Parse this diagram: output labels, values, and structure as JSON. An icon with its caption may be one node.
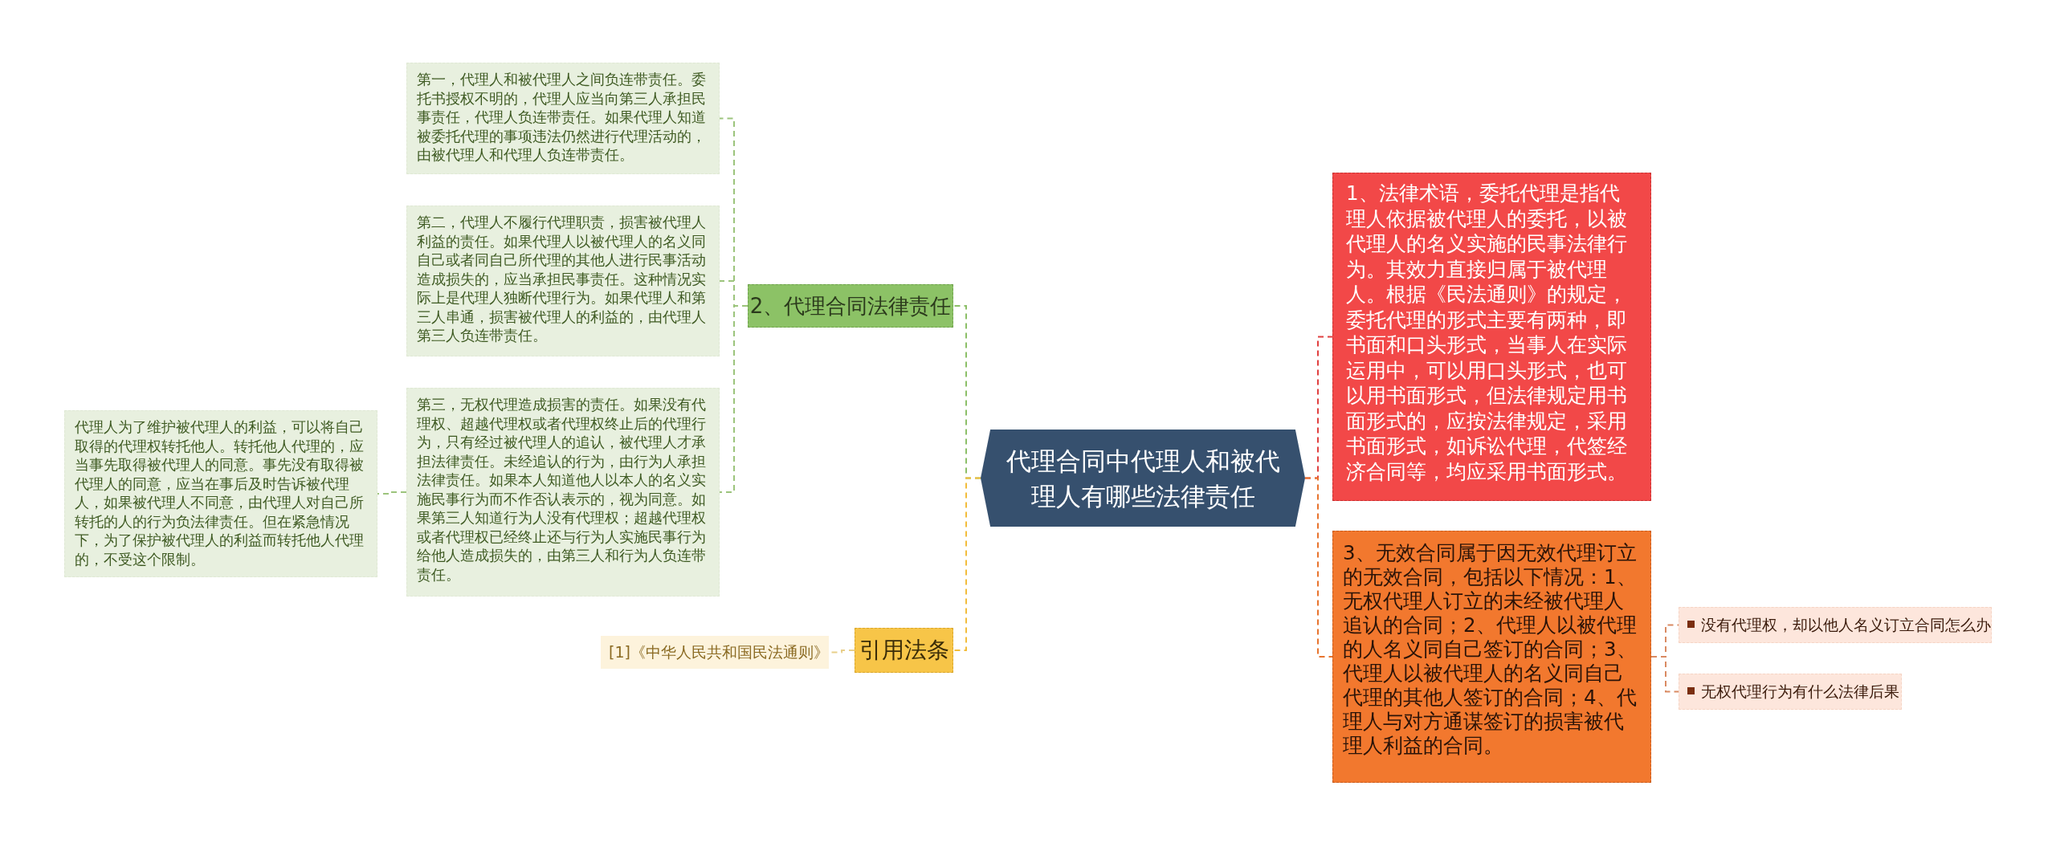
{
  "diagram": {
    "nodes": [
      {
        "text": [
          "代理合同中代理人和被代理人有哪些法律责任"
        ]
      },
      {
        "text": [
          "2、代理合同法律责任"
        ]
      },
      {
        "text": [
          "第一，代理人和被代理人之间负连带责任。委托书授权不明的，代理人应当向第三人承担民事责任，代理人负连带责任。如果代理人知道被委托代理的事项违法仍然进行代理活动的，由被代理人和代理人负连带责任。"
        ]
      },
      {
        "text": [
          "第二，代理人不履行代理职责，损害被代理人利益的责任。如果代理人以被代理人的名义同自己或者同自己所代理的其他人进行民事活动造成损失的，应当承担民事责任。这种情况实际上是代理人独断代理行为。如果代理人和第三人串通，损害被代理人的利益的，由代理人第三人负连带责任。"
        ]
      },
      {
        "text": [
          "第三，无权代理造成损害的责任。如果没有代理权、超越代理权或者代理权终止后的代理行为，只有经过被代理人的追认，被代理人才承担法律责任。未经追认的行为，由行为人承担法律责任。如果本人知道他人以本人的名义实施民事行为而不作否认表示的，视为同意。如果第三人知道行为人没有代理权；超越代理权或者代理权已经终止还与行为人实施民事行为给他人造成损失的，由第三人和行为人负连带责任。"
        ]
      },
      {
        "text": [
          "代理人为了维护被代理人的利益，可以将自己取得的代理权转托他人。转托他人代理的，应当事先取得被代理人的同意。事先没有取得被代理人的同意，应当在事后及时告诉被代理人，如果被代理人不同意，由代理人对自己所转托的人的行为负法律责任。但在紧急情况下，为了保护被代理人的利益而转托他人代理的，不受这个限制。"
        ]
      },
      {
        "text": [
          "引用法条"
        ]
      },
      {
        "text": [
          "[1]《中华人民共和国民法通则》"
        ]
      },
      {
        "text": [
          "1、法律术语，委托代理是指代理人依据被代理人的委托，以被代理人的名义实施的民事法律行为。其效力直接归属于被代理人。根据《民法通则》的规定，委托代理的形式主要有两种，即书面和口头形式，当事人在实际运用中，可以用口头形式，也可以用书面形式，但法律规定用书面形式的，应按法律规定，采用书面形式，如诉讼代理，代签经济合同等，均应采用书面形式。"
        ]
      },
      {
        "text": [
          "3、无效合同属于因无效代理订立的无效合同，包括以下情况：1、无权代理人订立的未经被代理人追认的合同；2、代理人以被代理的人名义同自己签订的合同；3、代理人以被代理人的名义同自己代理的其他人签订的合同；4、代理人与对方通谋签订的损害被代理人利益的合同。"
        ]
      },
      {
        "text": [
          "没有代理权，却以他人名义订立合同怎么办"
        ]
      },
      {
        "text": [
          "无权代理行为有什么法律后果"
        ]
      }
    ],
    "edges": [
      {
        "from": 0,
        "to": 1,
        "arrow": "none",
        "style": "dashed",
        "color": "#8cbf68"
      },
      {
        "from": 0,
        "to": 6,
        "arrow": "none",
        "style": "dashed",
        "color": "#f2bd3c"
      },
      {
        "from": 1,
        "to": 2,
        "arrow": "none",
        "style": "dashed",
        "color": "#9cc47c"
      },
      {
        "from": 1,
        "to": 3,
        "arrow": "none",
        "style": "dashed",
        "color": "#9cc47c"
      },
      {
        "from": 1,
        "to": 4,
        "arrow": "none",
        "style": "dashed",
        "color": "#9cc47c"
      },
      {
        "from": 4,
        "to": 5,
        "arrow": "none",
        "style": "dashed",
        "color": "#9cc47c"
      },
      {
        "from": 6,
        "to": 7,
        "arrow": "none",
        "style": "dashed",
        "color": "#e8cf8a"
      },
      {
        "from": 0,
        "to": 8,
        "arrow": "none",
        "style": "dashed",
        "color": "#e04040"
      },
      {
        "from": 0,
        "to": 9,
        "arrow": "none",
        "style": "dashed",
        "color": "#e8742e"
      },
      {
        "from": 9,
        "to": 10,
        "arrow": "none",
        "style": "dashed",
        "color": "#d98a62"
      },
      {
        "from": 9,
        "to": 11,
        "arrow": "none",
        "style": "dashed",
        "color": "#d98a62"
      }
    ]
  }
}
